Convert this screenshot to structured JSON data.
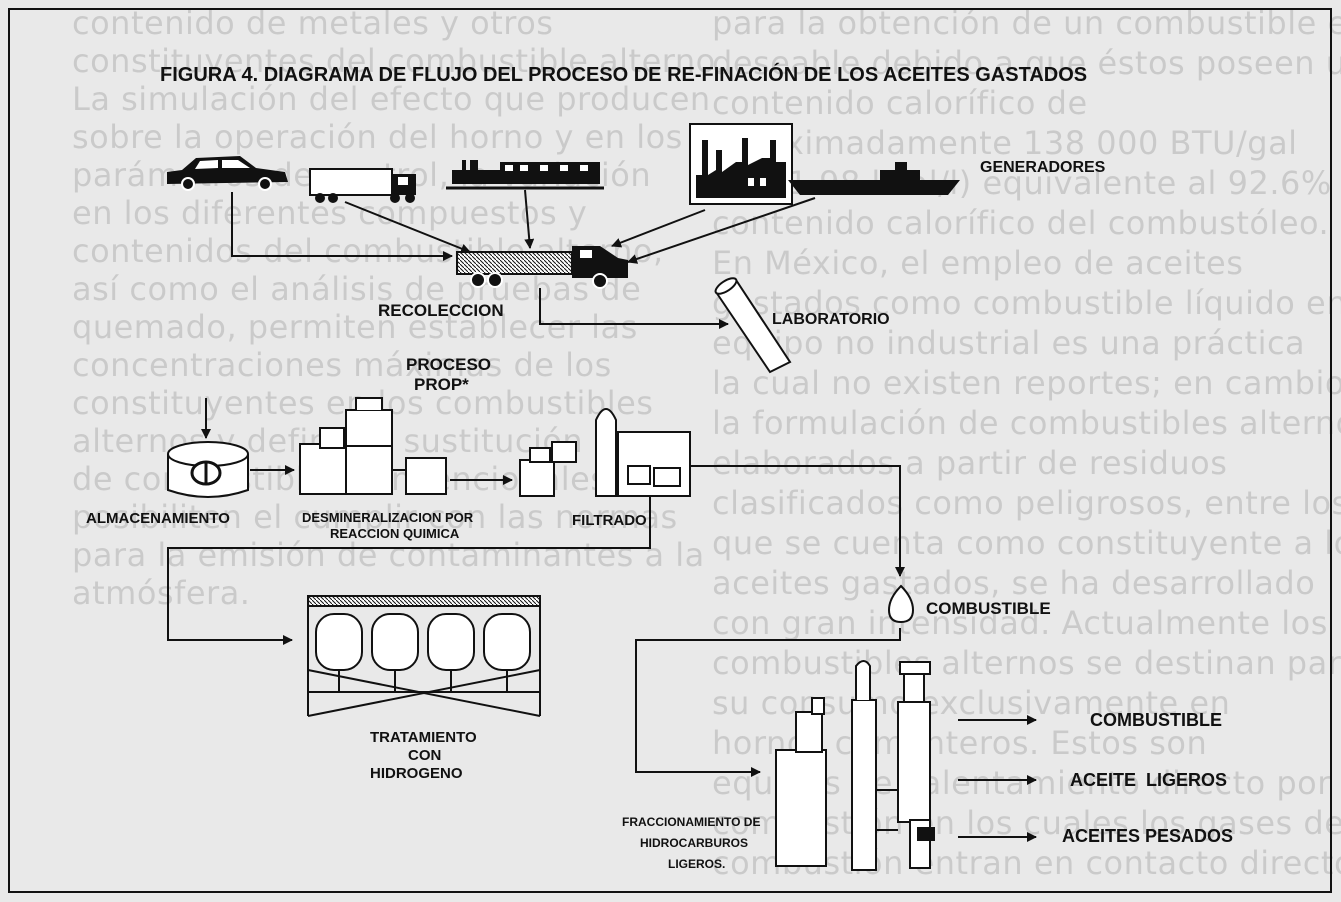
{
  "figure": {
    "title": "FIGURA 4. DIAGRAMA DE FLUJO DEL PROCESO DE RE-FINACIÓN DE LOS ACEITES GASTADOS"
  },
  "nodes": {
    "generadores": "GENERADORES",
    "recoleccion": "RECOLECCION",
    "laboratorio": "LABORATORIO",
    "proceso_line1": "PROCESO",
    "proceso_line2": "PROP*",
    "almacenamiento": "ALMACENAMIENTO",
    "desmineralizacion_line1": "DESMINERALIZACION POR",
    "desmineralizacion_line2": "REACCION QUIMICA",
    "filtrado": "FILTRADO",
    "combustible_top": "COMBUSTIBLE",
    "tratamiento_line1": "TRATAMIENTO",
    "tratamiento_line2": "CON",
    "tratamiento_line3": "HIDROGENO",
    "fraccionamiento_line1": "FRACCIONAMIENTO DE",
    "fraccionamiento_line2": "HIDROCARBUROS",
    "fraccionamiento_line3": "LIGEROS."
  },
  "outputs": {
    "out1": "COMBUSTIBLE",
    "out2": "ACEITE  LIGEROS",
    "out3": "ACEITES PESADOS"
  },
  "background_text": [
    "contenido de metales y otros",
    "constituyentes del combustible alterno.",
    "La simulación del efecto que producen",
    "sobre la operación del horno y en los",
    "parámetros de control, la variación",
    "en los diferentes compuestos y",
    "contenidos del combustible alterno,",
    "así como el análisis de pruebas de",
    "quemado, permiten establecer las",
    "concentraciones máximas de los",
    "constituyentes en los combustibles",
    "alternos y definir la sustitución",
    "de combustibles convencionales que",
    "posibiliten el cumplir con las normas",
    "para la emisión de contaminantes a la",
    "atmósfera.",
    "para la obtención de un combustible es",
    "deseable debido a que éstos poseen un",
    "contenido calorífico de",
    "aproximadamente 138 000 BTU/gal",
    "(9831.98 kcal/l) equivalente al 92.6%",
    "contenido calorífico del combustóleo.",
    "En México, el empleo de aceites",
    "gastados como combustible líquido en",
    "equipo no industrial es una práctica",
    "la cual no existen reportes; en cambio",
    "la formulación de combustibles alternos",
    "elaborados a partir de residuos",
    "clasificados como peligrosos, entre los",
    "que se cuenta como constituyente a los",
    "aceites gastados, se ha desarrollado",
    "con gran intensidad. Actualmente los",
    "combustibles alternos se destinan para",
    "su consumo exclusivamente en",
    "hornos cementeros. Estos son",
    "equipos de calentamiento directo por",
    "combustión en los cuales los gases de",
    "combustión entran en contacto directo"
  ]
}
